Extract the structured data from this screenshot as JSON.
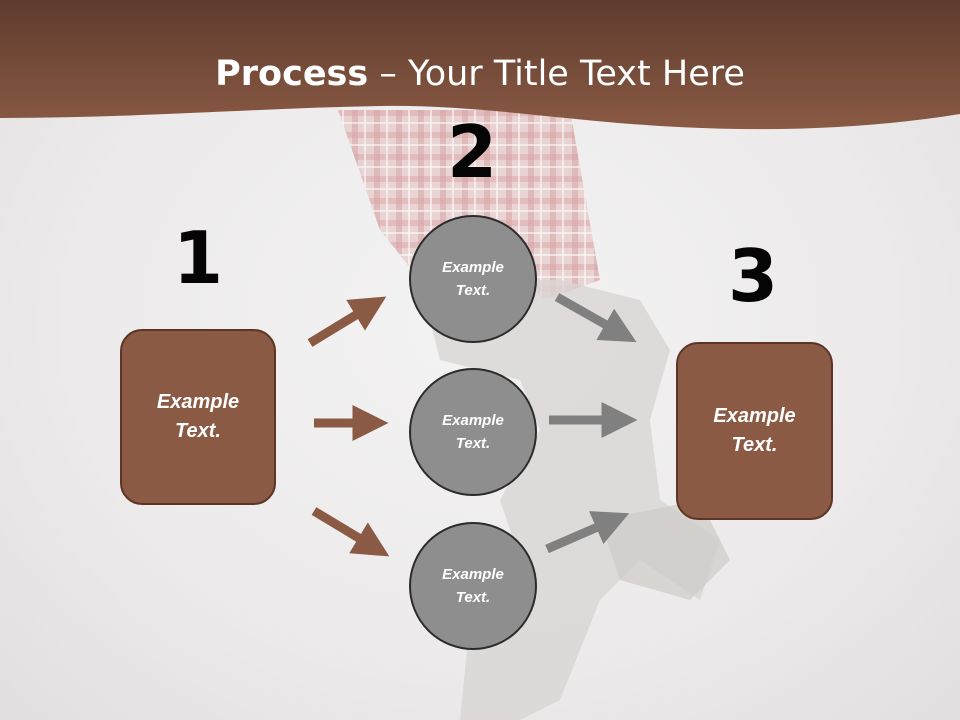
{
  "title": {
    "strong": "Process",
    "separator": " – ",
    "rest": "Your Title Text Here"
  },
  "steps": {
    "one": "1",
    "two": "2",
    "three": "3"
  },
  "left_box": {
    "text": "Example Text."
  },
  "right_box": {
    "text": "Example Text."
  },
  "circles": [
    {
      "text": "Example Text."
    },
    {
      "text": "Example Text."
    },
    {
      "text": "Example Text."
    }
  ],
  "colors": {
    "header": "#7b4d3a",
    "box": "#8a5a44",
    "box_border": "#5c3526",
    "circle": "#8e8e8e",
    "arrow_brown": "#8a5a44",
    "arrow_gray": "#808080"
  }
}
